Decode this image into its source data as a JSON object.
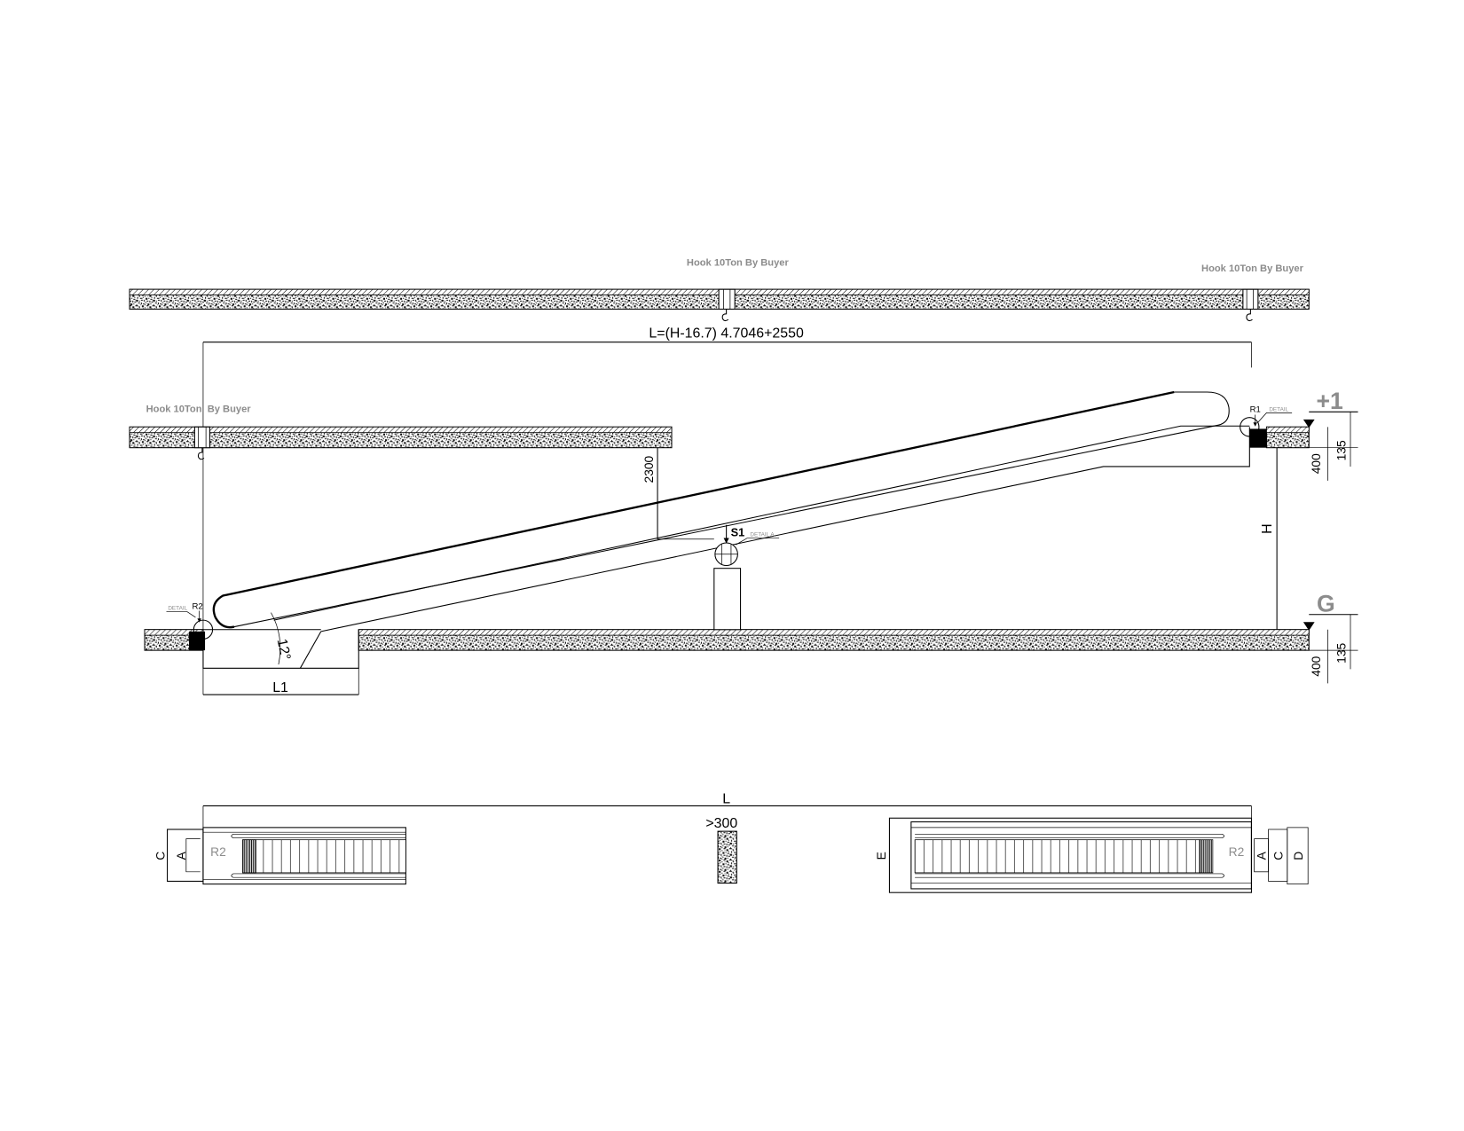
{
  "hooks": [
    {
      "label": "Hook 10Ton By Buyer"
    },
    {
      "label": "Hook 10Ton By Buyer"
    },
    {
      "label": "Hook 10Ton  By Buyer"
    }
  ],
  "elevation": {
    "length_formula": "L=(H-16.7) 4.7046+2550",
    "dim_2300": "2300",
    "dim_h": "H",
    "angle": "12°",
    "dim_l1": "L1",
    "support": {
      "label": "S1",
      "detail": "DETAIL A"
    },
    "upper_support": {
      "label": "R1",
      "detail": "DETAIL"
    },
    "lower_support": {
      "label": "R2",
      "detail": "DETAIL"
    },
    "levels": [
      {
        "name": "+1",
        "dim_upper": "135",
        "dim_lower": "400"
      },
      {
        "name": "G",
        "dim_upper": "135",
        "dim_lower": "400"
      }
    ]
  },
  "plan": {
    "dim_l": "L",
    "column_dim": ">300",
    "left": {
      "dim_c": "C",
      "dim_a": "A",
      "support": "R2"
    },
    "right": {
      "dim_e": "E",
      "support": "R2",
      "dim_a": "A",
      "dim_c": "C",
      "dim_d": "D"
    }
  },
  "colors": {
    "line": "#000000",
    "annotation": "#8c8c8c",
    "background": "#ffffff"
  }
}
